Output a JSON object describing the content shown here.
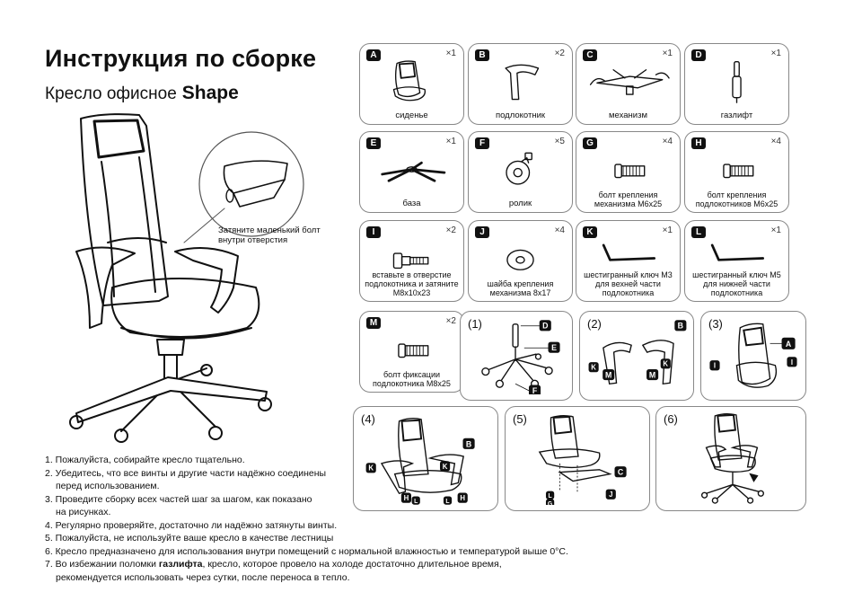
{
  "header": {
    "title": "Инструкция по сборке",
    "subtitle_prefix": "Кресло офисное",
    "subtitle_model": "Shape"
  },
  "hero": {
    "hint_line1": "Затяните маленький болт",
    "hint_line2": "внутри отверстия"
  },
  "parts": [
    {
      "letter": "A",
      "qty": "×1",
      "caption": "сиденье",
      "icon": "seat-icon"
    },
    {
      "letter": "B",
      "qty": "×2",
      "caption": "подлокотник",
      "icon": "armrest-icon"
    },
    {
      "letter": "C",
      "qty": "×1",
      "caption": "механизм",
      "icon": "mechanism-icon"
    },
    {
      "letter": "D",
      "qty": "×1",
      "caption": "газлифт",
      "icon": "gaslift-icon"
    },
    {
      "letter": "E",
      "qty": "×1",
      "caption": "база",
      "icon": "base-icon"
    },
    {
      "letter": "F",
      "qty": "×5",
      "caption": "ролик",
      "icon": "caster-icon"
    },
    {
      "letter": "G",
      "qty": "×4",
      "caption": "болт крепления механизма М6х25",
      "icon": "bolt-icon"
    },
    {
      "letter": "H",
      "qty": "×4",
      "caption": "болт крепления подлокотников М6х25",
      "icon": "bolt-icon"
    },
    {
      "letter": "I",
      "qty": "×2",
      "caption": "вставьте в отверстие подлокотника и затяните М8х10х23",
      "icon": "screw-icon"
    },
    {
      "letter": "J",
      "qty": "×4",
      "caption": "шайба крепления механизма 8х17",
      "icon": "washer-icon"
    },
    {
      "letter": "K",
      "qty": "×1",
      "caption": "шестигранный ключ М3 для вехней части подлокотника",
      "icon": "hex-key-icon"
    },
    {
      "letter": "L",
      "qty": "×1",
      "caption": "шестигранный ключ М5 для нижней части подлокотника",
      "icon": "hex-key-icon"
    },
    {
      "letter": "M",
      "qty": "×2",
      "caption": "болт фиксации подлокотника М8х25",
      "icon": "bolt-icon"
    }
  ],
  "steps": [
    {
      "num": "(1)",
      "labels": [
        "D",
        "E",
        "F"
      ]
    },
    {
      "num": "(2)",
      "labels": [
        "B",
        "K",
        "M",
        "M",
        "K"
      ]
    },
    {
      "num": "(3)",
      "labels": [
        "A",
        "I",
        "I"
      ]
    },
    {
      "num": "(4)",
      "labels": [
        "B",
        "K",
        "K",
        "H",
        "L",
        "L",
        "H"
      ]
    },
    {
      "num": "(5)",
      "labels": [
        "C",
        "J",
        "L",
        "G"
      ]
    },
    {
      "num": "(6)",
      "labels": []
    }
  ],
  "notes": [
    "1. Пожалуйста, собирайте кресло тщательно.",
    "2. Убедитесь, что все винты и другие части надёжно  соединены",
    "перед использованием.",
    "3. Проведите сборку всех частей шаг за шагом,  как показано",
    "на рисунках.",
    "4. Регулярно проверяйте, достаточно ли надёжно затянуты винты.",
    "5. Пожалуйста, не используйте ваше кресло в качестве лестницы",
    "6.  Кресло предназначено для использования внутри помещений с нормальной влажностью и температурой выше 0°C.",
    "7.  Во избежании поломки",
    "газлифта",
    ", кресло, которое провело на холоде достаточно длительное время,",
    "рекомендуется использовать через сутки, после переноса в тепло."
  ]
}
